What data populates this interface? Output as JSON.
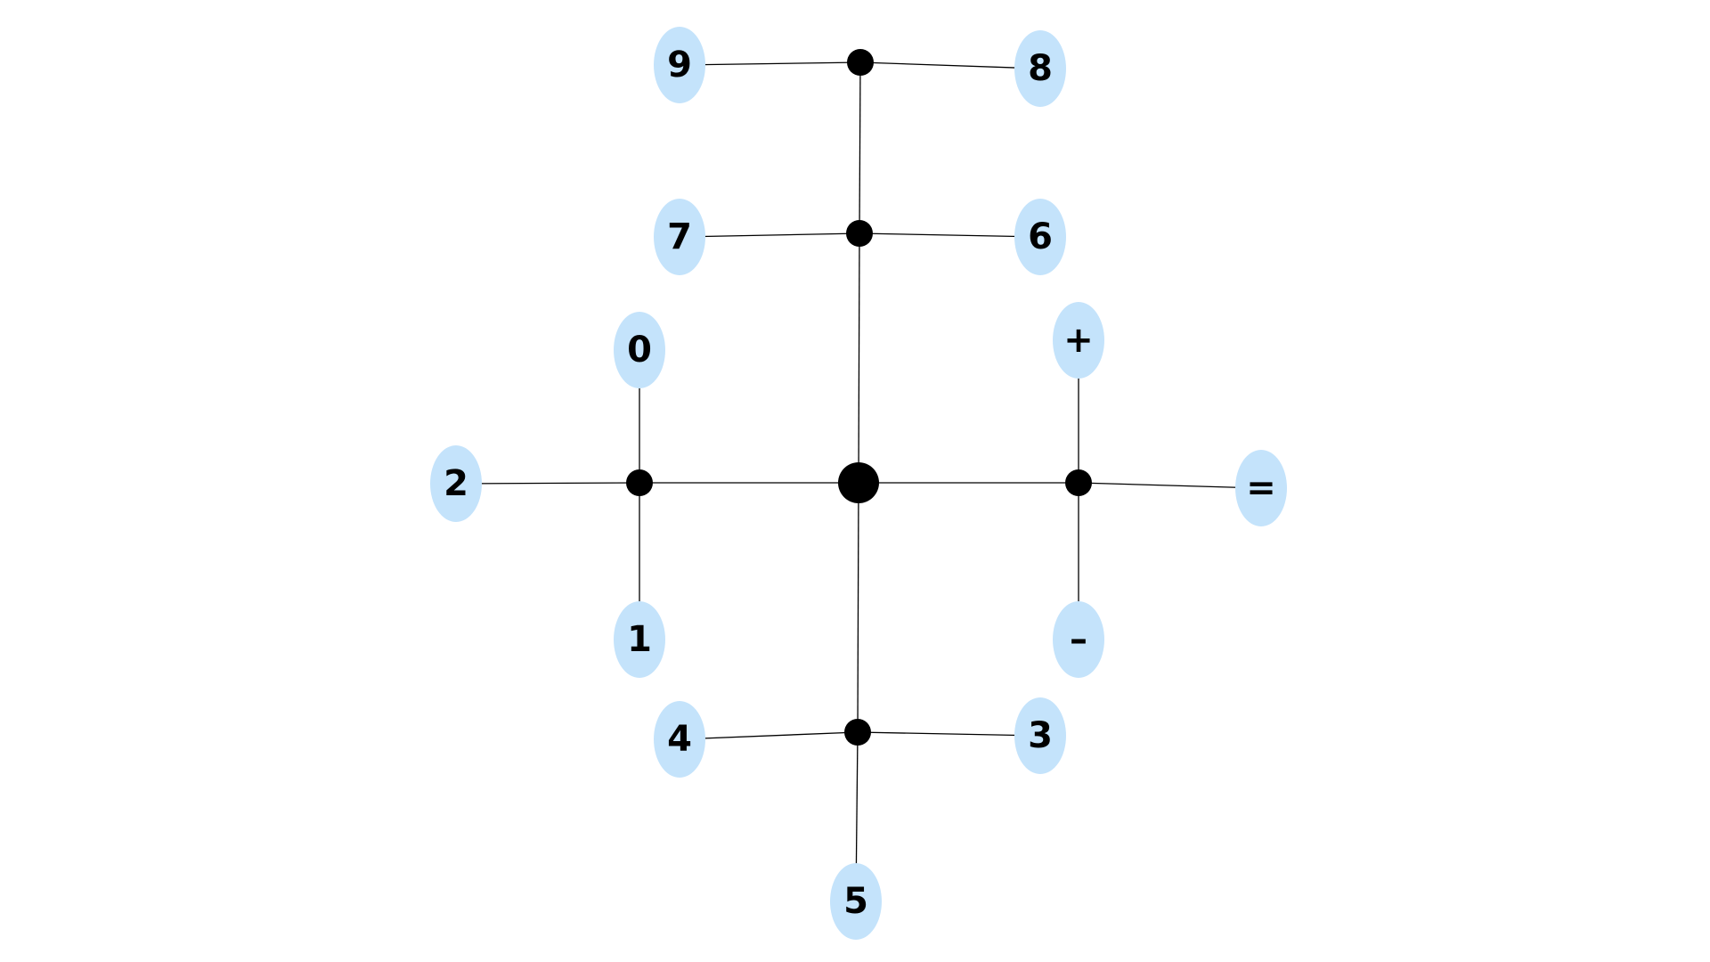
{
  "colors": {
    "leaf_fill": "#c4e3fb",
    "hub_fill": "#000000",
    "edge": "#000000",
    "label": "#000000",
    "background": "#ffffff"
  },
  "diagram": {
    "leaves": [
      {
        "id": "n9",
        "label": "9"
      },
      {
        "id": "n8",
        "label": "8"
      },
      {
        "id": "n7",
        "label": "7"
      },
      {
        "id": "n6",
        "label": "6"
      },
      {
        "id": "n0",
        "label": "0"
      },
      {
        "id": "nplus",
        "label": "+"
      },
      {
        "id": "n2",
        "label": "2"
      },
      {
        "id": "neq",
        "label": "="
      },
      {
        "id": "n1",
        "label": "1"
      },
      {
        "id": "nminus",
        "label": "–"
      },
      {
        "id": "n4",
        "label": "4"
      },
      {
        "id": "n3",
        "label": "3"
      },
      {
        "id": "n5",
        "label": "5"
      }
    ],
    "hubs": [
      {
        "id": "h_top"
      },
      {
        "id": "h_upper"
      },
      {
        "id": "h_center"
      },
      {
        "id": "h_left"
      },
      {
        "id": "h_right"
      },
      {
        "id": "h_bottom"
      }
    ],
    "edges": [
      [
        "n9",
        "h_top"
      ],
      [
        "h_top",
        "n8"
      ],
      [
        "h_top",
        "h_upper"
      ],
      [
        "n7",
        "h_upper"
      ],
      [
        "h_upper",
        "n6"
      ],
      [
        "h_upper",
        "h_center"
      ],
      [
        "n2",
        "h_left"
      ],
      [
        "h_left",
        "h_center"
      ],
      [
        "n0",
        "h_left"
      ],
      [
        "h_left",
        "n1"
      ],
      [
        "h_center",
        "h_right"
      ],
      [
        "h_right",
        "neq"
      ],
      [
        "nplus",
        "h_right"
      ],
      [
        "h_right",
        "nminus"
      ],
      [
        "h_center",
        "h_bottom"
      ],
      [
        "n4",
        "h_bottom"
      ],
      [
        "h_bottom",
        "n3"
      ],
      [
        "h_bottom",
        "n5"
      ]
    ]
  }
}
